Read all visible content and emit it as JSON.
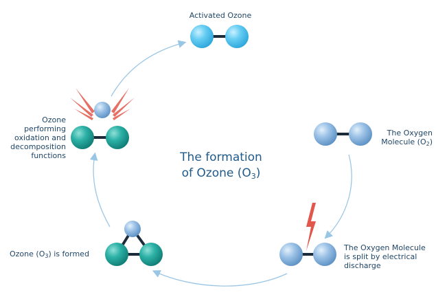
{
  "title": {
    "line1": "The formation",
    "line2_prefix": "of Ozone (O",
    "line2_sub": "3",
    "line2_suffix": ")"
  },
  "stages": {
    "activated_ozone": {
      "label": "Activated Ozone"
    },
    "oxygen_molecule": {
      "line1": "The Oxygen",
      "line2_prefix": "Molecule (O",
      "line2_sub": "2",
      "line2_suffix": ")"
    },
    "split": {
      "line1": "The Oxygen Molecule",
      "line2": "is split by electrical",
      "line3": "discharge"
    },
    "ozone_formed": {
      "prefix": "Ozone (O",
      "sub": "3",
      "suffix": ") is formed"
    },
    "ozone_performing": {
      "line1": "Ozone",
      "line2": "performing",
      "line3": "oxidation and",
      "line4": "decomposition",
      "line5": "functions"
    }
  },
  "colors": {
    "light_blue_atom": "#5fc8f0",
    "pale_blue_atom": "#8fb8e0",
    "teal_atom": "#1fa79d",
    "arrow": "#9ac6e6",
    "spark": "#e2574c",
    "text": "#1f4566"
  }
}
